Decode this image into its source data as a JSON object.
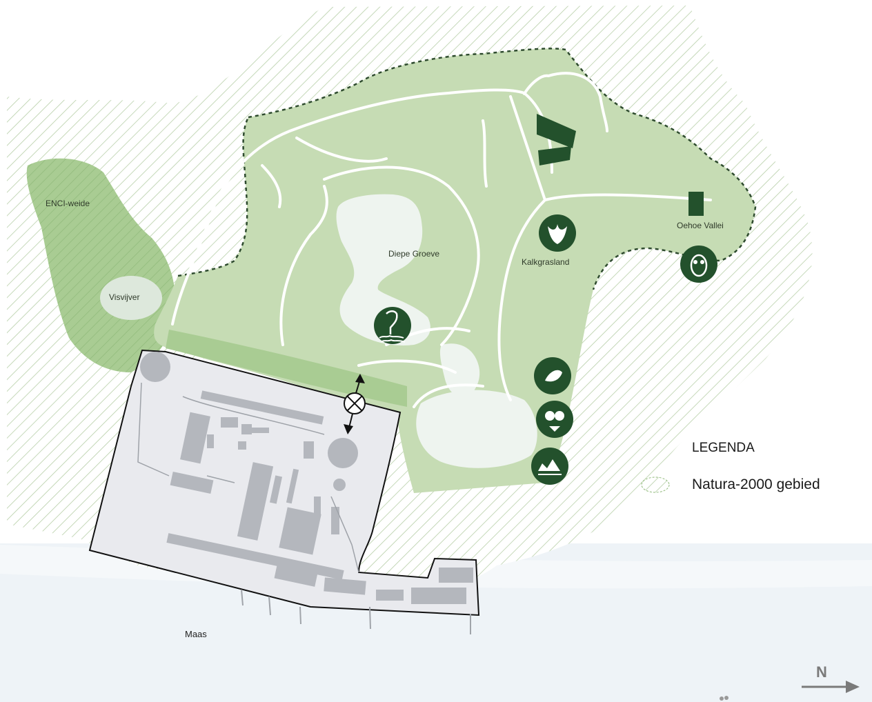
{
  "map": {
    "labels": {
      "enci_weide": "ENCI-weide",
      "visvijver": "Visvijver",
      "diepe_groeve": "Diepe Groeve",
      "kalkgrasland": "Kalkgrasland",
      "oehoe_vallei": "Oehoe Vallei",
      "maas": "Maas"
    },
    "legend": {
      "title": "LEGENDA",
      "natura_label": "Natura-2000 gebied"
    },
    "north_label": "N",
    "icons": [
      "heron-icon",
      "bat-icon",
      "owl-icon",
      "bird-icon",
      "butterfly-plant-icon",
      "landscape-icon",
      "crossing-icon"
    ],
    "colors": {
      "park_green": "#c6dcb4",
      "weide_green": "#a9cc93",
      "dark_green": "#23512c",
      "water": "#eef4ef",
      "industrial": "#e9eaee",
      "river": "#eef3f7",
      "hatch": "#b7cfa8"
    }
  }
}
